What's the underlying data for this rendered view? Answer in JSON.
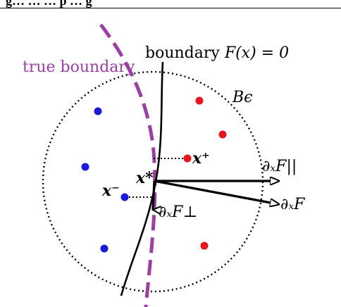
{
  "header": {
    "text": "g… … … p … g"
  },
  "labels": {
    "true_boundary": "true boundary",
    "boundary_prefix": "boundary ",
    "boundary_eq": "F(x) = 0",
    "ball": "Bϵ",
    "x_plus": "x⁺",
    "x_star": "x*",
    "x_minus": "x⁻",
    "grad_parallel": "∂ₓF||",
    "grad_full": "∂ₓF",
    "grad_perp": "∂ₓF⊥"
  },
  "colors": {
    "true_boundary": "#9b3fa3",
    "blue_points": "#1a1adb",
    "red_points": "#e8141e",
    "ink": "#000000"
  },
  "points": {
    "blue": 4,
    "red": 4
  }
}
